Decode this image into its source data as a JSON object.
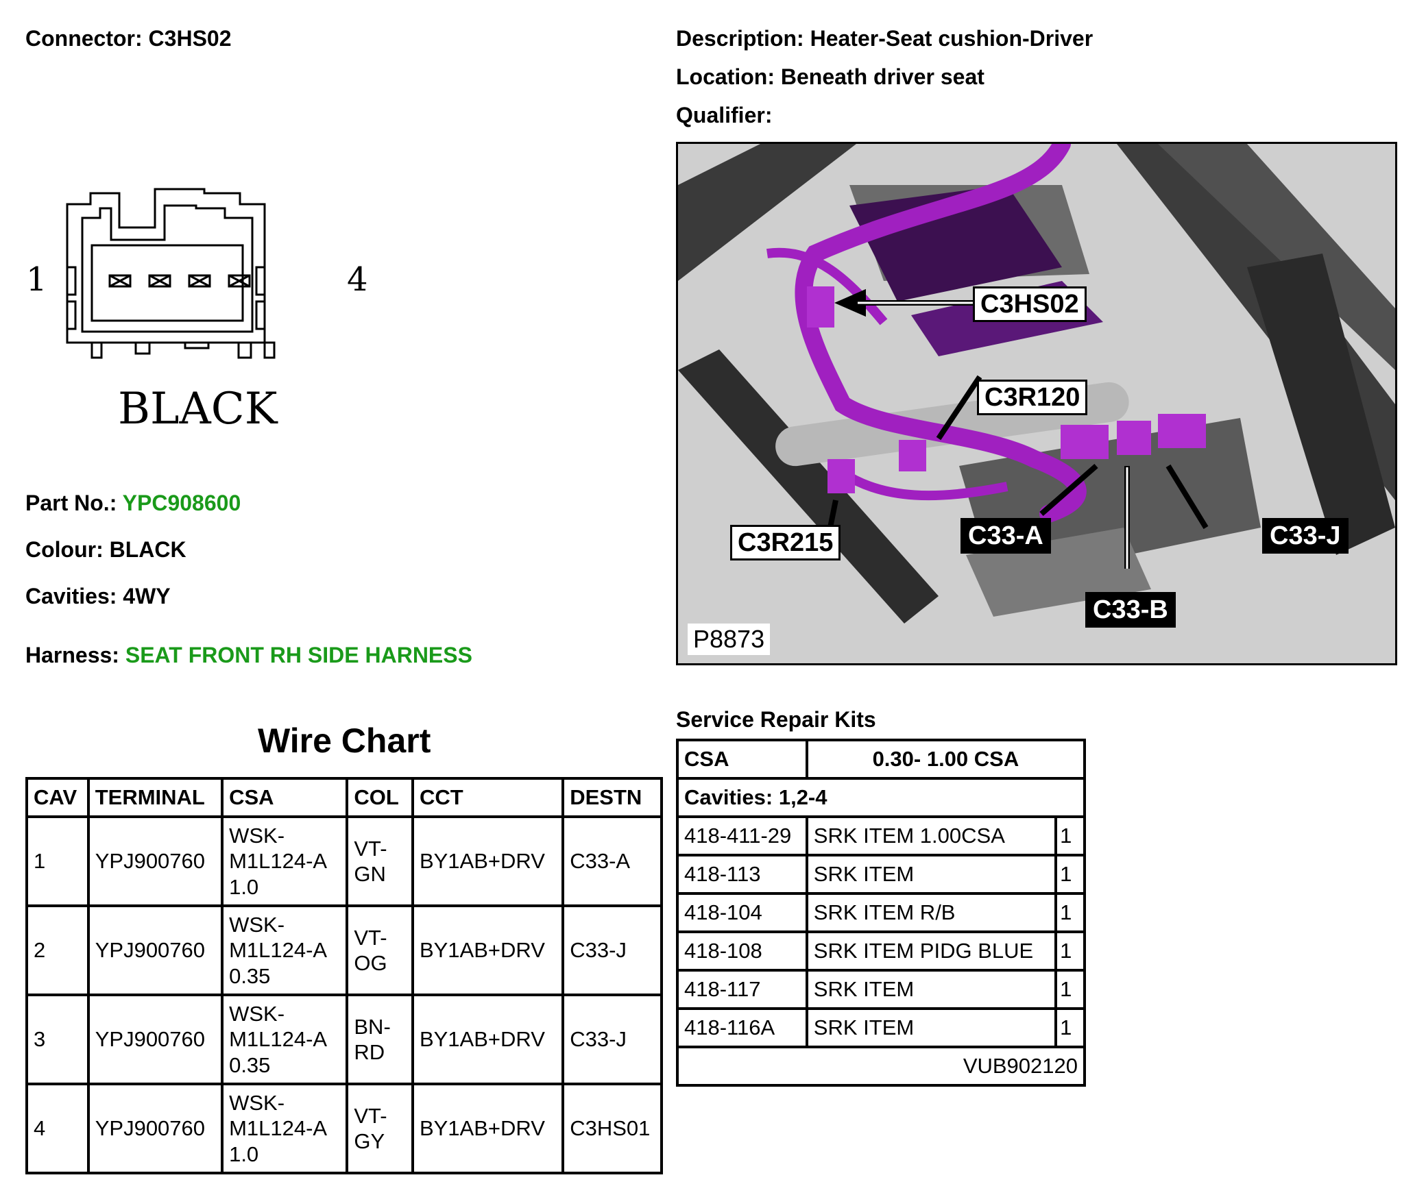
{
  "header": {
    "connector_label": "Connector:",
    "connector_value": "C3HS02",
    "description_label": "Description:",
    "description_value": "Heater-Seat cushion-Driver",
    "location_label": "Location:",
    "location_value": "Beneath driver seat",
    "qualifier_label": "Qualifier:",
    "qualifier_value": ""
  },
  "connector_diagram": {
    "pin_left": "1",
    "pin_right": "4",
    "colour_caption": "BLACK"
  },
  "details": {
    "part_no_label": "Part No.:",
    "part_no_value": "YPC908600",
    "colour_label": "Colour:",
    "colour_value": "BLACK",
    "cavities_label": "Cavities:",
    "cavities_value": "4WY",
    "harness_label": "Harness:",
    "harness_value": "SEAT FRONT RH SIDE HARNESS",
    "link_color": "#1a9a1a"
  },
  "photo": {
    "callouts": {
      "c3hs02": "C3HS02",
      "c3r120": "C3R120",
      "c3r215": "C3R215",
      "c33a": "C33-A",
      "c33b": "C33-B",
      "c33j": "C33-J"
    },
    "figure_id": "P8873",
    "harness_color": "#a020c0"
  },
  "wire_chart": {
    "title": "Wire Chart",
    "headers": [
      "CAV",
      "TERMINAL",
      "CSA",
      "COL",
      "CCT",
      "DESTN"
    ],
    "rows": [
      {
        "cav": "1",
        "terminal": "YPJ900760",
        "csa1": "WSK-",
        "csa2": "M1L124-A",
        "csa3": "1.0",
        "col1": "VT-",
        "col2": "GN",
        "cct": "BY1AB+DRV",
        "destn": "C33-A"
      },
      {
        "cav": "2",
        "terminal": "YPJ900760",
        "csa1": "WSK-",
        "csa2": "M1L124-A",
        "csa3": "0.35",
        "col1": "VT-",
        "col2": "OG",
        "cct": "BY1AB+DRV",
        "destn": "C33-J"
      },
      {
        "cav": "3",
        "terminal": "YPJ900760",
        "csa1": "WSK-",
        "csa2": "M1L124-A",
        "csa3": "0.35",
        "col1": "BN-",
        "col2": "RD",
        "cct": "BY1AB+DRV",
        "destn": "C33-J"
      },
      {
        "cav": "4",
        "terminal": "YPJ900760",
        "csa1": "WSK-",
        "csa2": "M1L124-A",
        "csa3": "1.0",
        "col1": "VT-",
        "col2": "GY",
        "cct": "BY1AB+DRV",
        "destn": "C3HS01"
      }
    ]
  },
  "service_kits": {
    "title": "Service Repair Kits",
    "csa_label": "CSA",
    "csa_value": "0.30- 1.00 CSA",
    "cavities": "Cavities: 1,2-4",
    "items": [
      {
        "code": "418-411-29",
        "desc": "SRK ITEM 1.00CSA",
        "qty": "1"
      },
      {
        "code": "418-113",
        "desc": "SRK ITEM",
        "qty": "1"
      },
      {
        "code": "418-104",
        "desc": "SRK ITEM R/B",
        "qty": "1"
      },
      {
        "code": "418-108",
        "desc": "SRK ITEM PIDG BLUE",
        "qty": "1"
      },
      {
        "code": "418-117",
        "desc": "SRK ITEM",
        "qty": "1"
      },
      {
        "code": "418-116A",
        "desc": "SRK ITEM",
        "qty": "1"
      }
    ],
    "footer_code": "VUB902120"
  }
}
